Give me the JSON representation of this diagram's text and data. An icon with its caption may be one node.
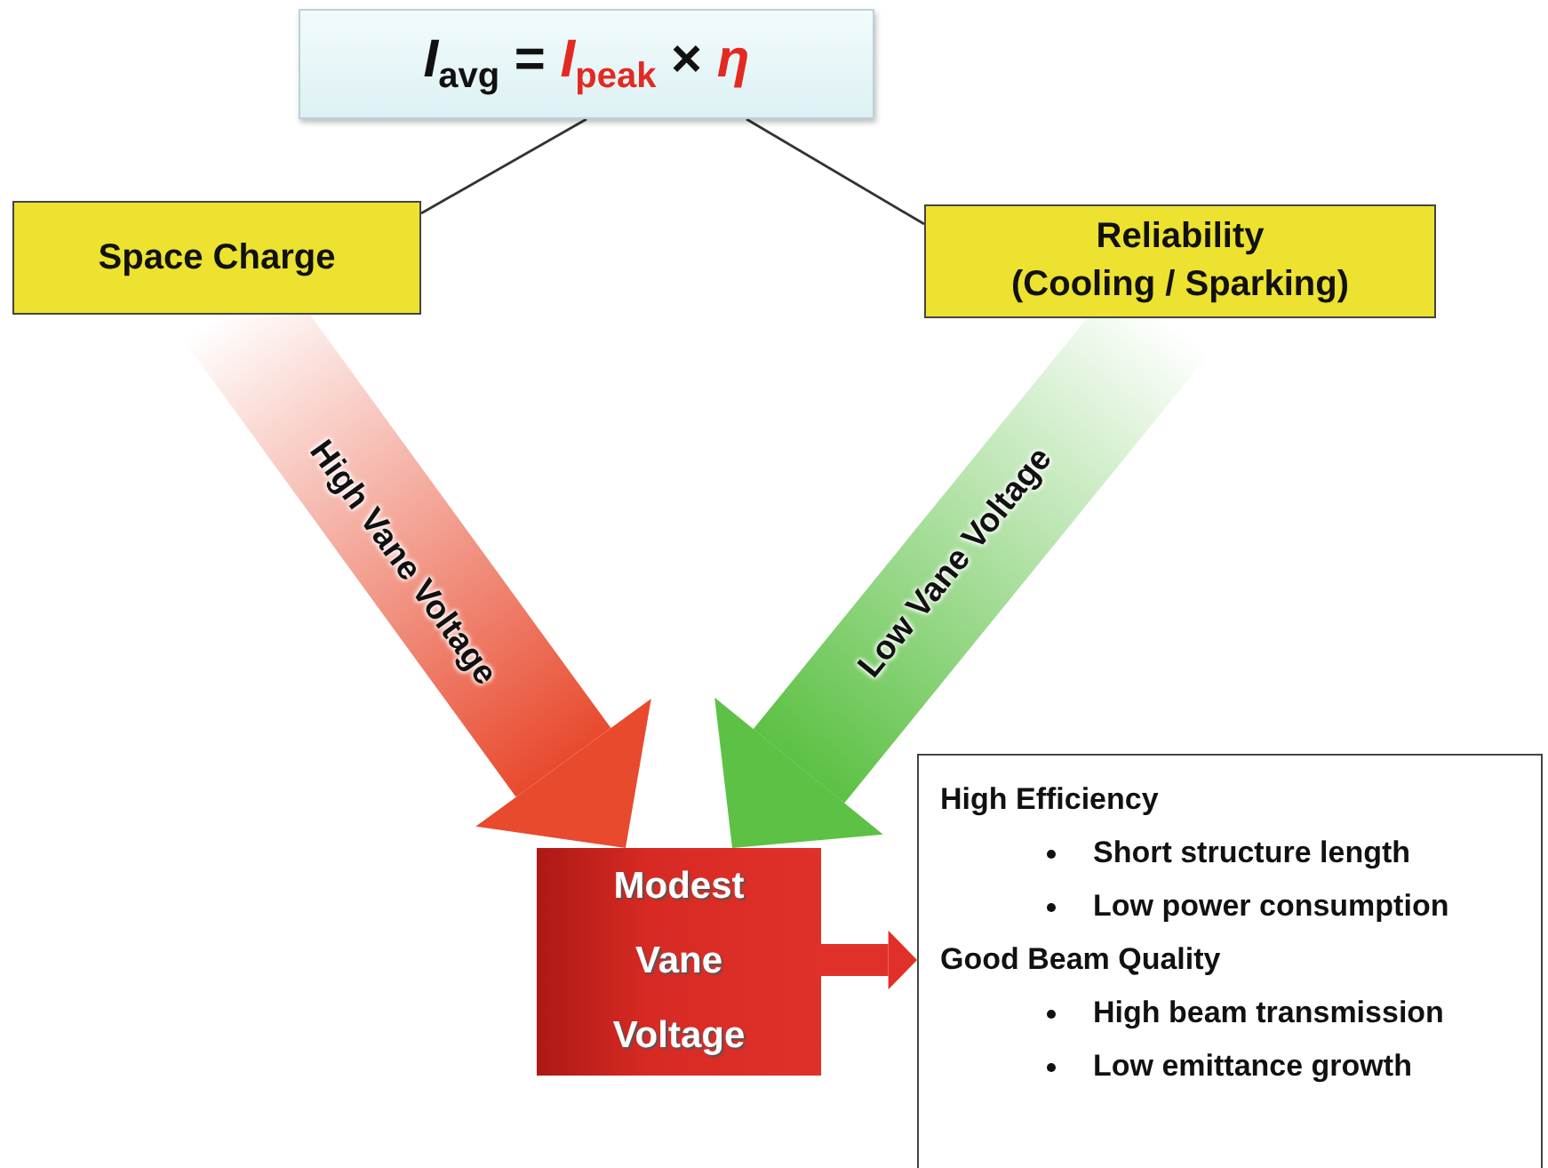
{
  "diagram": {
    "nodes": [
      {
        "text": [
          "*I*$_{avg}$ = *I*$_{peak}$ × *η*"
        ]
      },
      {
        "text": [
          "Space Charge"
        ]
      },
      {
        "text": [
          "Reliability",
          "(Cooling / Sparking)"
        ]
      },
      {
        "text": [
          "Modest Vane Voltage"
        ]
      },
      {
        "text": [
          "High Efficiency",
          "Short structure length",
          "Low power consumption",
          "Good Beam Quality",
          "High beam transmission",
          "Low emittance growth"
        ]
      }
    ],
    "edges": [
      {
        "from": 0,
        "to": 1,
        "arrow": "none"
      },
      {
        "from": 0,
        "to": 2,
        "arrow": "none"
      },
      {
        "from": 1,
        "to": 3,
        "arrow": "to",
        "label": "High Vane Voltage",
        "style": "thick",
        "color": "#e84a2e"
      },
      {
        "from": 2,
        "to": 3,
        "arrow": "to",
        "label": "Low Vane Voltage",
        "style": "thick",
        "color": "#5cc144"
      },
      {
        "from": 3,
        "to": 4,
        "arrow": "to",
        "style": "thick",
        "color": "#e0302a"
      }
    ]
  }
}
